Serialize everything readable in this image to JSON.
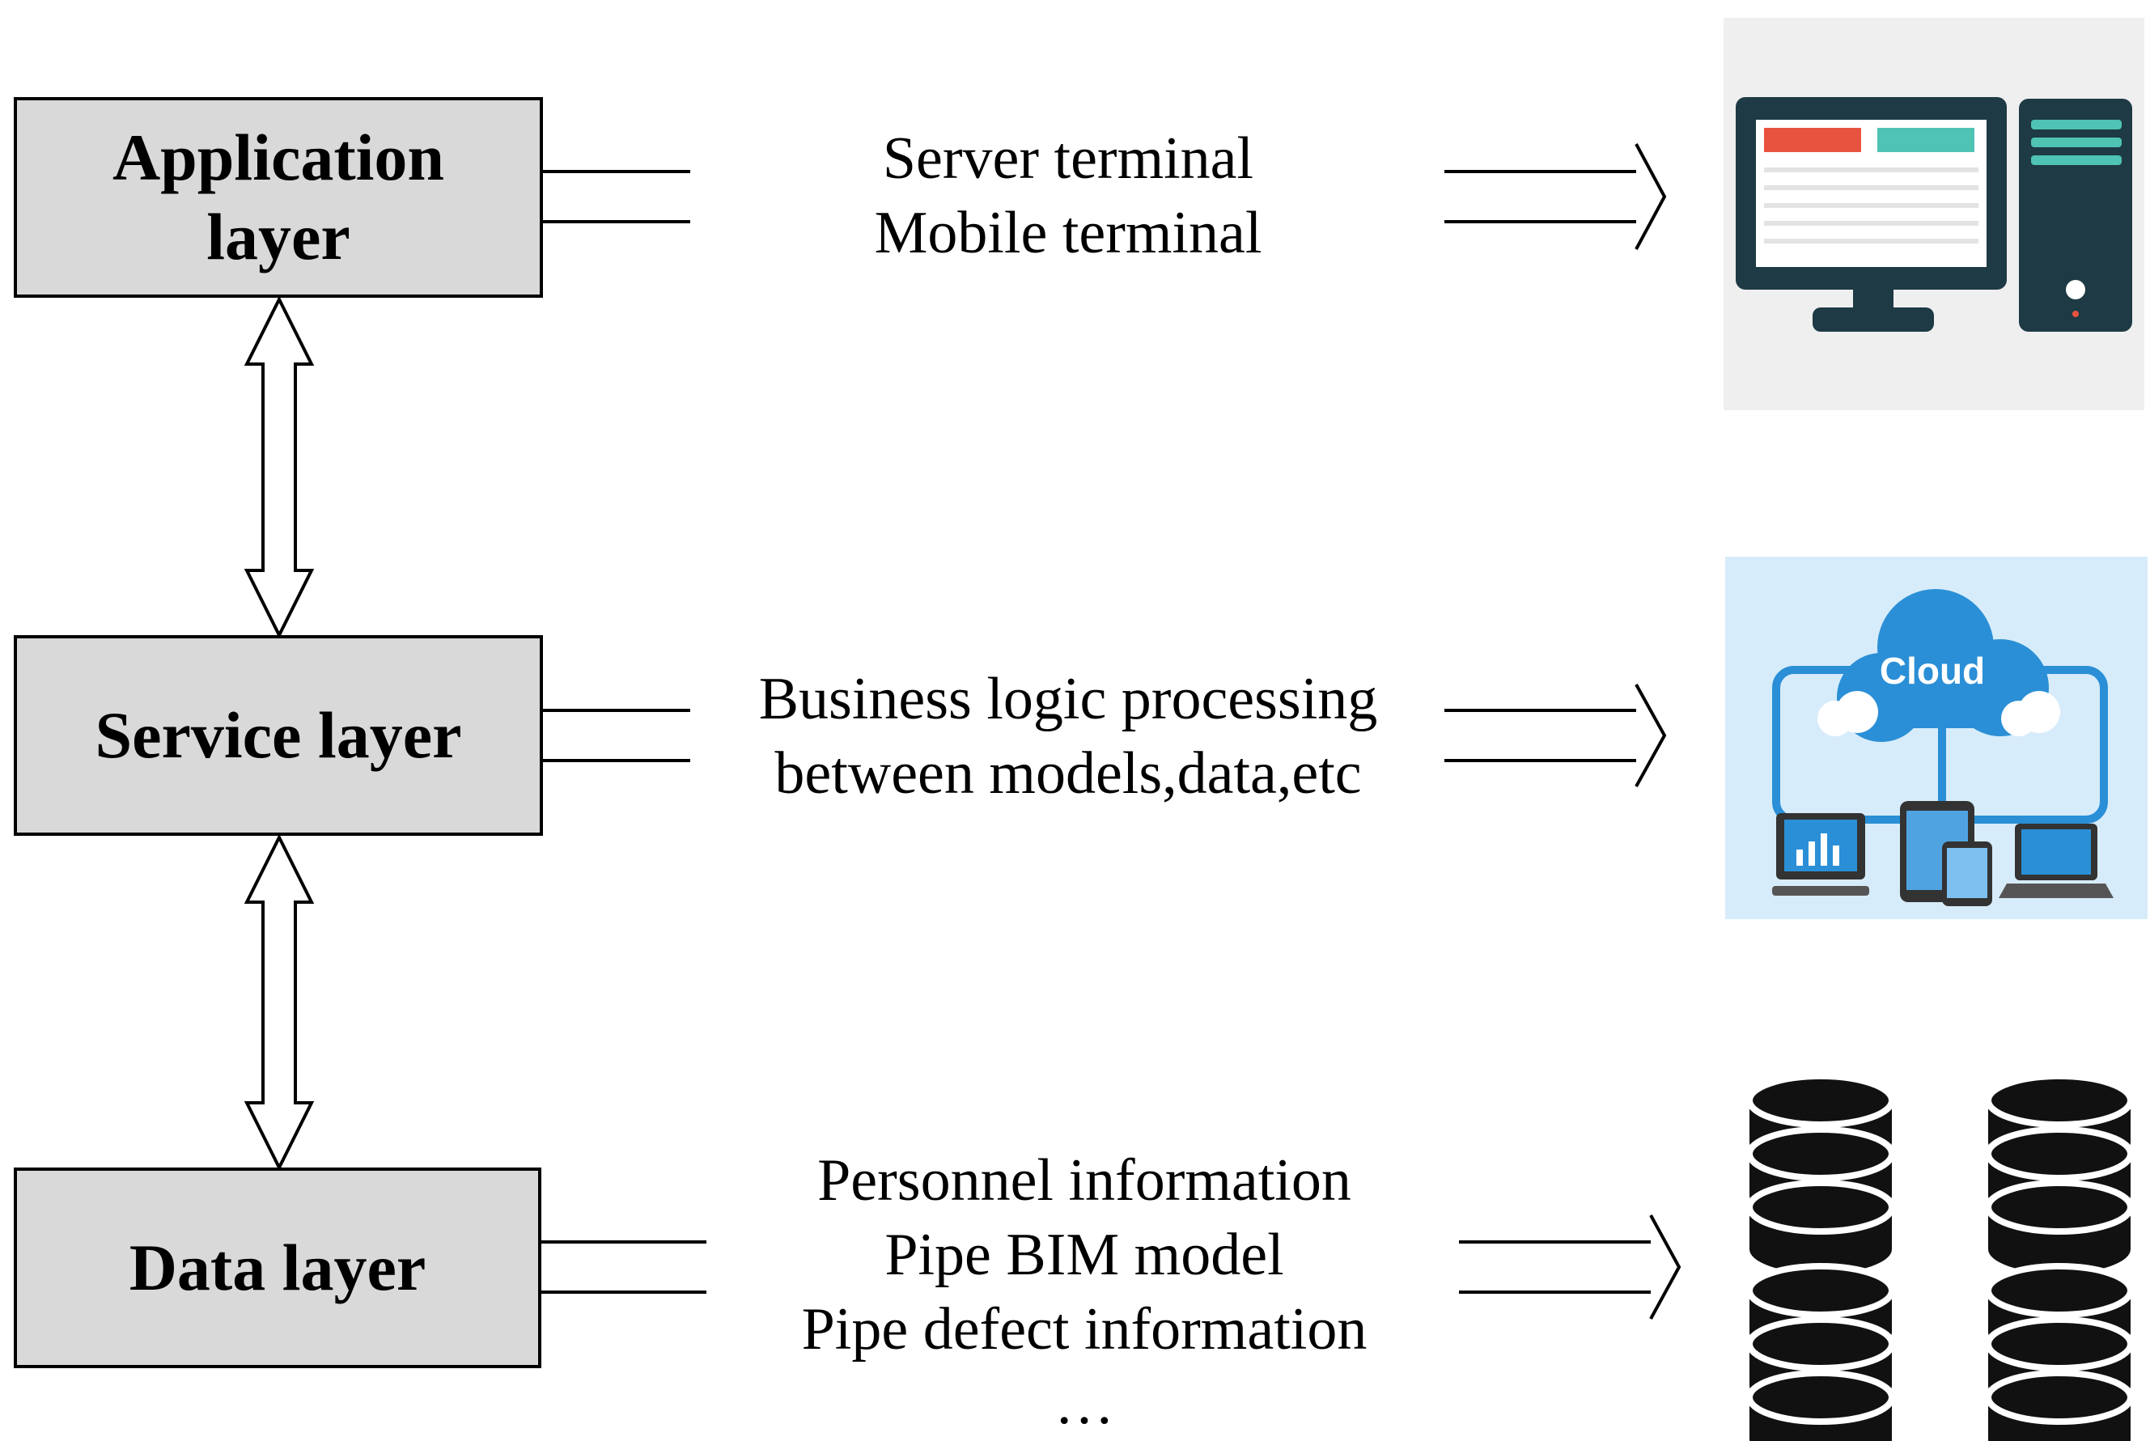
{
  "layers": [
    {
      "id": "application",
      "label_lines": [
        "Application",
        "layer"
      ],
      "description_lines": [
        "Server terminal",
        "Mobile terminal"
      ],
      "icon": "desktop-computer-icon"
    },
    {
      "id": "service",
      "label_lines": [
        "Service layer"
      ],
      "description_lines": [
        "Business logic processing",
        "between models,data,etc"
      ],
      "icon": "cloud-network-icon",
      "icon_text": "Cloud"
    },
    {
      "id": "data",
      "label_lines": [
        "Data layer"
      ],
      "description_lines": [
        "Personnel information",
        "Pipe BIM model",
        "Pipe defect information",
        "…"
      ],
      "icon": "database-stack-icon"
    }
  ],
  "colors": {
    "box_fill": "#d9d9d9",
    "monitor_dark": "#1d3a45",
    "red_accent": "#e8533f",
    "teal_accent": "#4fc3b4",
    "cloud_blue": "#2a8fd6",
    "cloud_bg": "#d7ecfa",
    "database_black": "#111111"
  }
}
